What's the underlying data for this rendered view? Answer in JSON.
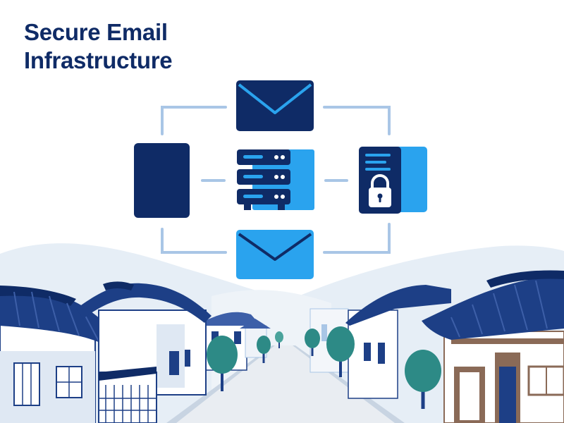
{
  "title": {
    "line1": "Secure Email",
    "line2": "Infrastructure"
  },
  "diagram": {
    "nodes": [
      "email-envelope-top",
      "server-rack",
      "mail-client-device",
      "locked-document",
      "email-envelope-bottom"
    ]
  },
  "icons": [
    "envelope-icon",
    "server-icon",
    "padlock-icon",
    "document-icon",
    "tree-icon",
    "house-icon"
  ],
  "colors": {
    "navy": "#0f2b66",
    "bright_blue": "#2aa3ee",
    "light_blue": "#a9c6e6",
    "roof_blue": "#1d3f86",
    "road": "#e9edf2",
    "tree_green": "#2d8a86",
    "wood": "#8a6a57"
  }
}
